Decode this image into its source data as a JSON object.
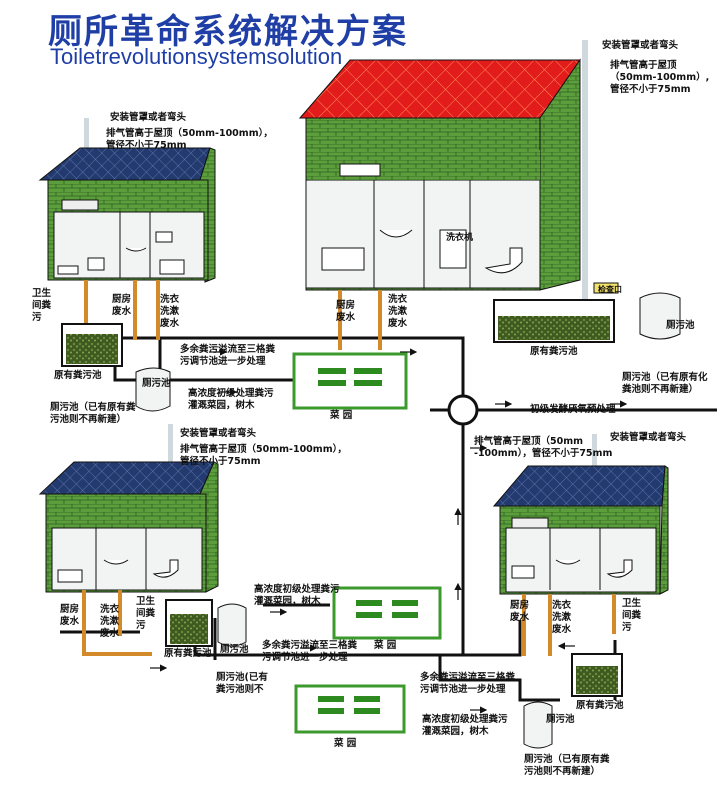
{
  "header": {
    "title_cn": "厕所革命系统解决方案",
    "title_en": "Toiletrevolutionsystemsolution"
  },
  "colors": {
    "title": "#1f3fa6",
    "brick_green": "#5c9e3c",
    "roof_red": "#e21b1b",
    "roof_navy": "#223a6e",
    "pipe_orange": "#d38a2a",
    "pipe_black": "#111111",
    "wall_white": "#f1f4f2"
  },
  "labels": {
    "install_cap": "安装管罩或者弯头",
    "vent_rule": "排气管高于屋顶（50mm-100mm），\n管径不小于75mm",
    "vent_rule_top": "排气管高于屋顶\n（50mm-100mm）,\n管径不小于75mm",
    "vent_rule_split": "排气管高于屋顶（50mm\n-100mm），管径不小于75mm",
    "toilet_waste": "卫生\n间粪\n污",
    "kitchen_waste": "厨房\n废水",
    "laundry_waste": "洗衣\n洗漱\n废水",
    "existing_tank": "原有粪污池",
    "septic_tank": "厕污池",
    "septic_note": "厕污池（已有原有粪\n污池则不再新建）",
    "septic_note_top": "厕污池（已有原有化\n粪池则不再新建）",
    "septic_note_bottom_left": "厕污池(已有\n粪污池则不",
    "overflow_note": "多余粪污溢流至三格粪\n污调节池进一步处理",
    "irrigation_note": "高浓度初级处理粪污\n灌溉菜园，树木",
    "garden": "菜  园",
    "anaerobic": "初级发酵厌氧预处理",
    "washer": "洗衣机",
    "inspection_port": "检查口"
  }
}
